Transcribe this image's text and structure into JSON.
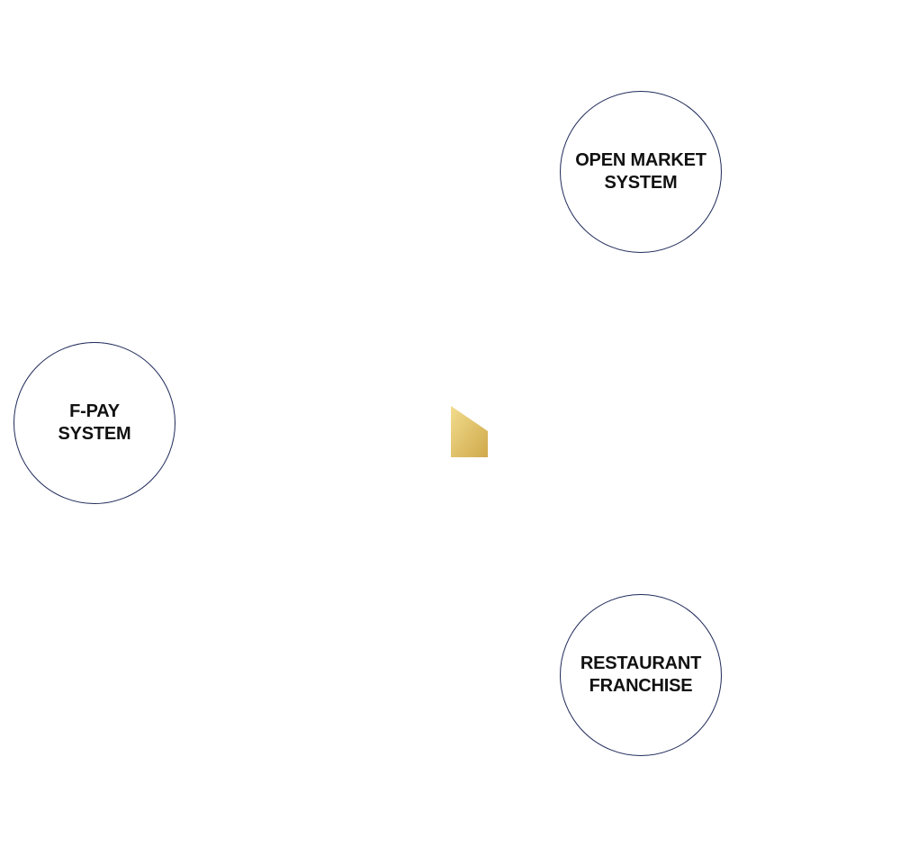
{
  "nodes": {
    "open_market": {
      "label": "OPEN MARKET\nSYSTEM"
    },
    "fpay": {
      "label": "F-PAY\nSYSTEM"
    },
    "restaurant": {
      "label": "RESTAURANT\nFRANCHISE"
    }
  },
  "colors": {
    "node_border": "#1f2a5a",
    "node_text": "#111111",
    "center_gold_light": "#f2dc8e",
    "center_gold_dark": "#cfa94a"
  },
  "center": {
    "icon": "gold-pentagon-icon"
  }
}
